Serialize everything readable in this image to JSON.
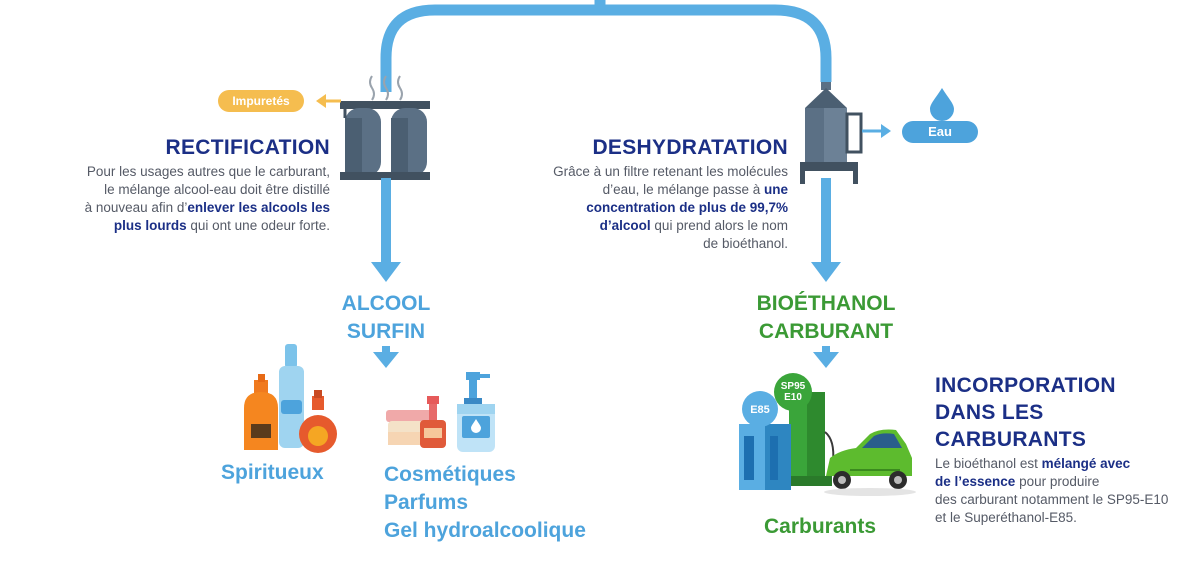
{
  "impurities_label": "Impuretés",
  "water_label": "Eau",
  "rectification": {
    "title": "RECTIFICATION",
    "lines": [
      [
        {
          "t": "Pour les usages autres que le carburant,",
          "b": false
        }
      ],
      [
        {
          "t": "le mélange alcool-eau doit être distillé",
          "b": false
        }
      ],
      [
        {
          "t": "à nouveau afin d’",
          "b": false
        },
        {
          "t": "enlever les alcools les",
          "b": true
        }
      ],
      [
        {
          "t": "plus lourds",
          "b": true
        },
        {
          "t": " qui ont une odeur forte.",
          "b": false
        }
      ]
    ]
  },
  "deshydratation": {
    "title": "DESHYDRATATION",
    "lines": [
      [
        {
          "t": "Grâce à un filtre retenant les molécules",
          "b": false
        }
      ],
      [
        {
          "t": "d’eau, le mélange passe à ",
          "b": false
        },
        {
          "t": "une",
          "b": true
        }
      ],
      [
        {
          "t": "concentration de plus de 99,7%",
          "b": true
        }
      ],
      [
        {
          "t": "d’alcool",
          "b": true
        },
        {
          "t": " qui prend alors le nom",
          "b": false
        }
      ],
      [
        {
          "t": "de bioéthanol.",
          "b": false
        }
      ]
    ]
  },
  "alcool_surfin": {
    "line1": "ALCOOL",
    "line2": "SURFIN"
  },
  "bioethanol": {
    "line1": "BIOÉTHANOL",
    "line2": "CARBURANT"
  },
  "products": {
    "spiritueux": "Spiritueux",
    "cosmetic_lines": [
      "Cosmétiques",
      "Parfums",
      "Gel hydroalcoolique"
    ],
    "carburants": "Carburants"
  },
  "incorporation": {
    "title_lines": [
      "INCORPORATION",
      "DANS LES",
      "CARBURANTS"
    ],
    "lines": [
      [
        {
          "t": "Le bioéthanol est ",
          "b": false
        },
        {
          "t": "mélangé avec",
          "b": true
        }
      ],
      [
        {
          "t": "de l’essence",
          "b": true
        },
        {
          "t": " pour produire",
          "b": false
        }
      ],
      [
        {
          "t": "des carburant notamment le SP95-E10",
          "b": false
        }
      ],
      [
        {
          "t": "et le Superéthanol-E85.",
          "b": false
        }
      ]
    ]
  },
  "pump_labels": {
    "e85": "E85",
    "sp95_line1": "SP95",
    "sp95_line2": "E10"
  },
  "colors": {
    "pipe": "#5aaee3",
    "navy": "#1b2f86",
    "green": "#3b9a35",
    "orange_pill": "#f5bd4f"
  }
}
